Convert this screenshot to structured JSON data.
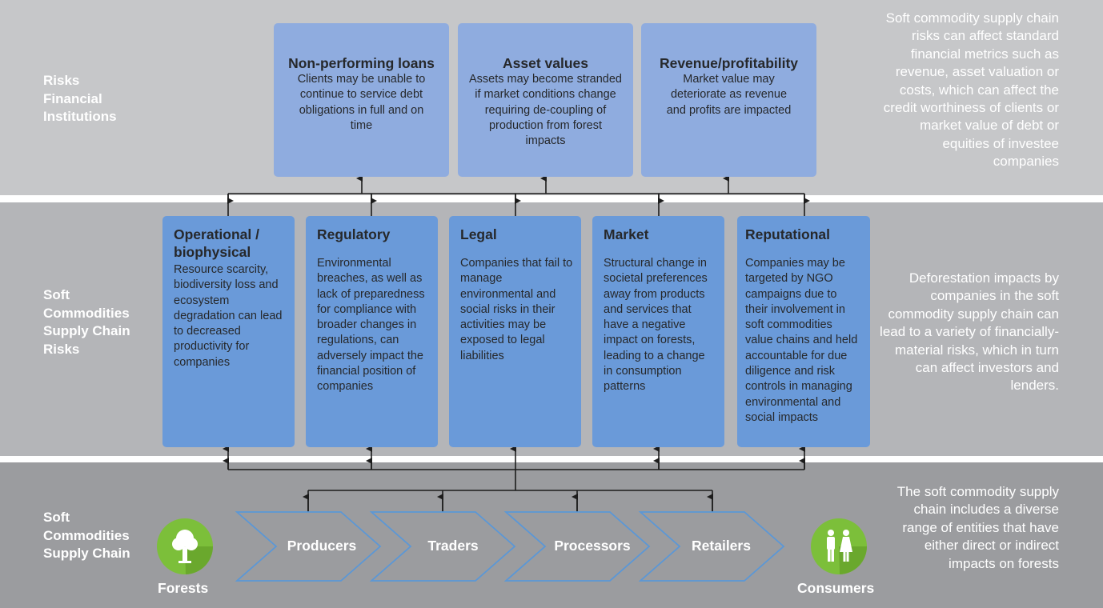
{
  "rows": {
    "financial": [
      "Risks",
      "Financial",
      "Institutions"
    ],
    "risks": [
      "Soft",
      "Commodities",
      "Supply Chain",
      "Risks"
    ],
    "chain": [
      "Soft",
      "Commodities",
      "Supply Chain"
    ]
  },
  "side_notes": {
    "financial": "Soft commodity supply chain risks can affect standard financial metrics such as revenue, asset valuation or costs, which can affect the credit worthiness of clients or market value of debt or equities of investee companies",
    "risks": "Deforestation impacts by companies in the soft commodity supply chain can lead to a variety of financially-material risks, which in turn can affect investors and lenders.",
    "chain": "The soft commodity supply chain includes a diverse range of entities that have either direct or indirect impacts on forests"
  },
  "financial_risks": [
    {
      "title": "Non-performing loans",
      "text": "Clients may be unable to continue to service debt obligations in full and on time"
    },
    {
      "title": "Asset values",
      "text": "Assets may become stranded if market conditions change requiring de-coupling of production from forest impacts"
    },
    {
      "title": "Revenue/profitability",
      "text": "Market value may deteriorate as revenue and profits are impacted"
    }
  ],
  "supply_chain_risks": [
    {
      "title": "Operational / biophysical",
      "text": "Resource scarcity, biodiversity loss and ecosystem degradation can lead to decreased productivity for companies"
    },
    {
      "title": "Regulatory",
      "text": "Environmental breaches, as well as lack of preparedness for compliance with broader changes in regulations, can adversely impact the financial position of companies"
    },
    {
      "title": "Legal",
      "text": "Companies that fail to manage environmental and social risks in their activities may be exposed to legal liabilities"
    },
    {
      "title": "Market",
      "text": "Structural change in societal preferences away from products and services that have a negative impact on forests, leading to a change in consumption patterns"
    },
    {
      "title": "Reputational",
      "text": "Companies may be targeted by NGO campaigns due to their involvement in soft commodities value chains and held accountable for due diligence and risk controls in managing environmental and social impacts"
    }
  ],
  "chain": {
    "start": "Forests",
    "stages": [
      "Producers",
      "Traders",
      "Processors",
      "Retailers"
    ],
    "end": "Consumers"
  },
  "colors": {
    "financial_box": "#8facdf",
    "risk_box": "#6a9ad9",
    "chevron_stroke": "#5b97d6",
    "icon_green": "#7cbf3a"
  }
}
